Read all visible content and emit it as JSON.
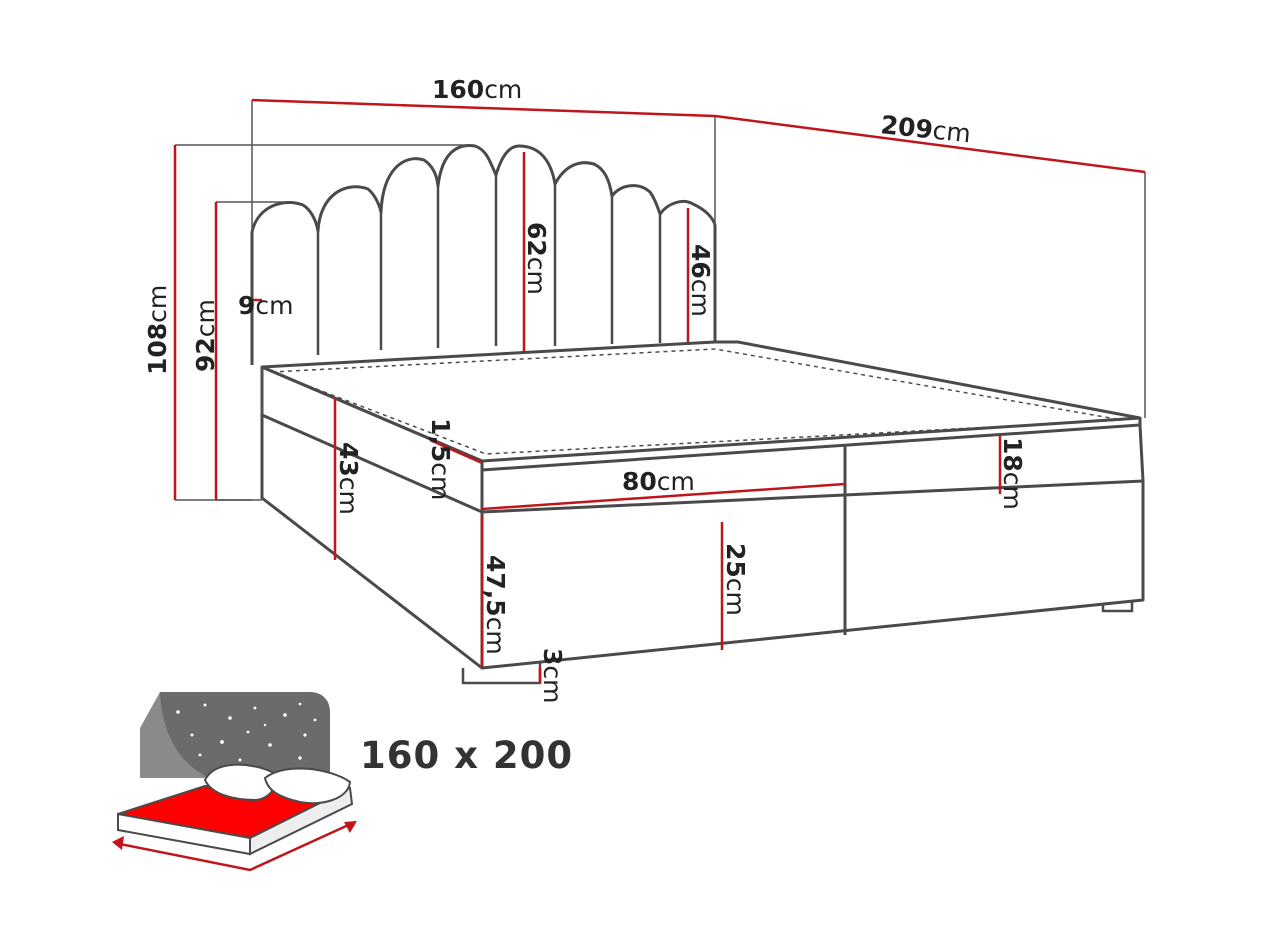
{
  "colors": {
    "dimension_line": "#c0151b",
    "guide_line": "#555555",
    "outline": "#4a4a4a",
    "text": "#222222",
    "icon_red": "#ff0000",
    "icon_dark": "#6b6b6b"
  },
  "icon": {
    "name": "bed-size-icon"
  },
  "dimensions": {
    "width_total": {
      "num": "160",
      "unit": "cm"
    },
    "length_total": {
      "num": "209",
      "unit": "cm"
    },
    "height_total": {
      "num": "108",
      "unit": "cm"
    },
    "height_headboard": {
      "num": "92",
      "unit": "cm"
    },
    "headboard_thick": {
      "num": "9",
      "unit": "cm"
    },
    "scallop_high": {
      "num": "62",
      "unit": "cm"
    },
    "scallop_low": {
      "num": "46",
      "unit": "cm"
    },
    "topper": {
      "num": "1,5",
      "unit": "cm"
    },
    "mattress": {
      "num": "18",
      "unit": "cm"
    },
    "base_side": {
      "num": "43",
      "unit": "cm"
    },
    "half_width": {
      "num": "80",
      "unit": "cm"
    },
    "base_front": {
      "num": "47,5",
      "unit": "cm"
    },
    "box": {
      "num": "25",
      "unit": "cm"
    },
    "leg": {
      "num": "3",
      "unit": "cm"
    }
  },
  "size_label": "160 x 200"
}
